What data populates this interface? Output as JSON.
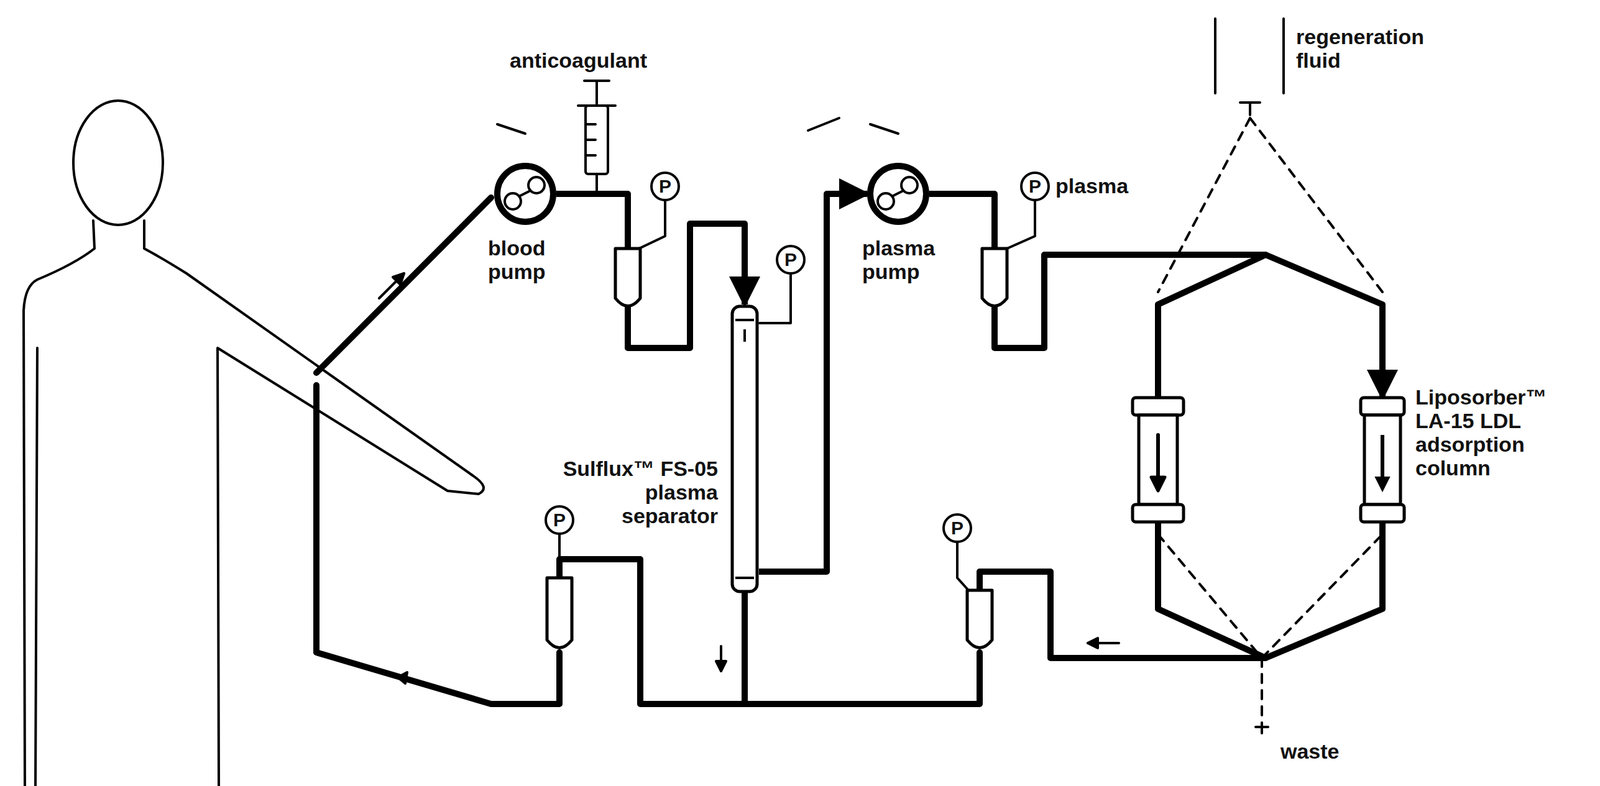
{
  "diagram": {
    "nodes": [
      {
        "text": [
          "blood pump"
        ]
      },
      {
        "text": [
          "Sulflux™ FS-05 plasma separator"
        ]
      },
      {
        "text": [
          "plasma pump"
        ]
      },
      {
        "text": [
          "Liposorber™ LA-15 LDL adsorption column"
        ]
      }
    ],
    "edges": [
      {
        "from": 0,
        "to": 1,
        "arrow": "to"
      },
      {
        "from": 1,
        "to": 2,
        "arrow": "to"
      },
      {
        "from": 2,
        "to": 3,
        "arrow": "to"
      }
    ],
    "labels": [
      "anticoagulant",
      "P",
      "P",
      "P",
      "plasma",
      "P",
      "P",
      "regeneration fluid",
      "waste"
    ]
  }
}
